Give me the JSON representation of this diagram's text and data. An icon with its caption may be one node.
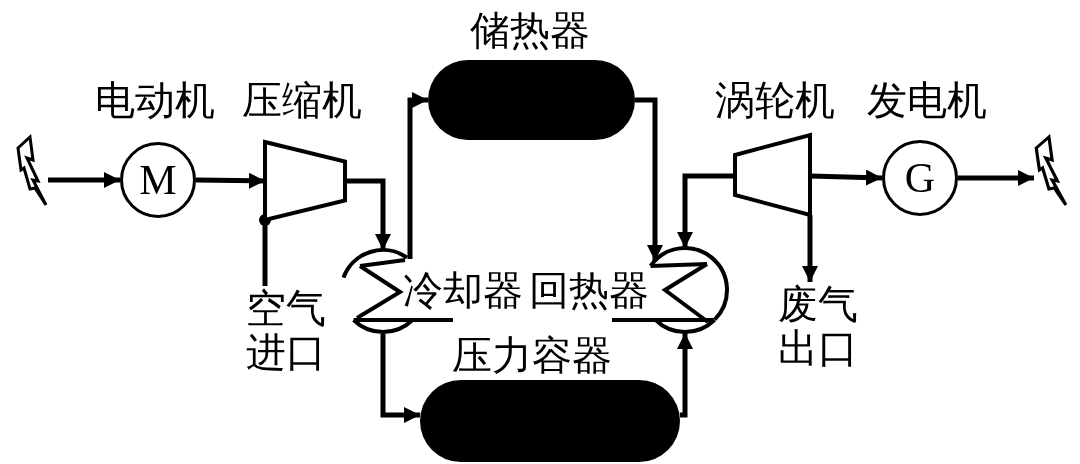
{
  "diagram": {
    "nodes": [
      {
        "text": [],
        "shape": "lightning"
      },
      {
        "text": [
          "电动机",
          "M"
        ]
      },
      {
        "text": [
          "压缩机"
        ]
      },
      {
        "text": [
          "空气进口"
        ]
      },
      {
        "text": [
          "冷却器"
        ]
      },
      {
        "text": [
          "储热器"
        ]
      },
      {
        "text": [
          "压力容器"
        ]
      },
      {
        "text": [
          "回热器"
        ]
      },
      {
        "text": [
          "涡轮机"
        ]
      },
      {
        "text": [
          "发电机",
          "G"
        ]
      },
      {
        "text": [
          "废气出口"
        ]
      },
      {
        "text": [],
        "shape": "lightning"
      }
    ],
    "edges": [
      {
        "from": 0,
        "to": 1,
        "arrow": "to"
      },
      {
        "from": 1,
        "to": 2,
        "arrow": "to"
      },
      {
        "from": 3,
        "to": 2,
        "arrow": "other"
      },
      {
        "from": 2,
        "to": 4,
        "arrow": "to"
      },
      {
        "from": 4,
        "to": 5,
        "arrow": "to"
      },
      {
        "from": 4,
        "to": 6,
        "arrow": "to"
      },
      {
        "from": 5,
        "to": 7,
        "arrow": "to"
      },
      {
        "from": 6,
        "to": 7,
        "arrow": "to"
      },
      {
        "from": 8,
        "to": 7,
        "arrow": "to"
      },
      {
        "from": 8,
        "to": 9,
        "arrow": "to"
      },
      {
        "from": 8,
        "to": 10,
        "arrow": "to"
      },
      {
        "from": 9,
        "to": 11,
        "arrow": "to"
      }
    ]
  }
}
